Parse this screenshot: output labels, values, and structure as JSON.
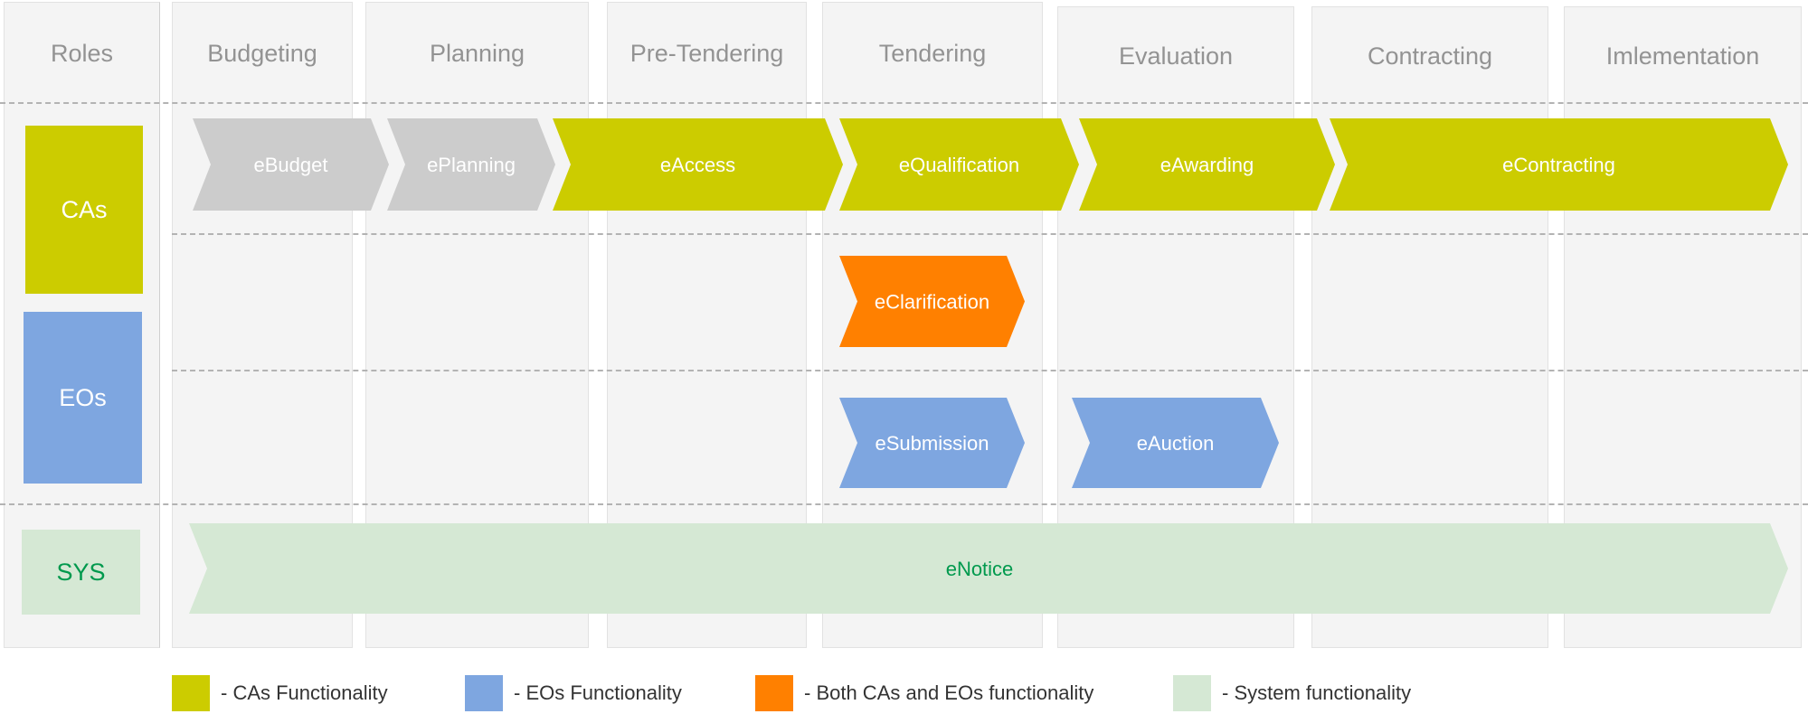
{
  "colors": {
    "ca": "#cccc00",
    "eo": "#7ea6e0",
    "both": "#ff8000",
    "system": "#d5e8d4",
    "system_text": "#00994d",
    "inactive": "#cccccc",
    "text_light": "#ffffff"
  },
  "header": {
    "columns": [
      "Roles",
      "Budgeting",
      "Planning",
      "Pre-Tendering",
      "Tendering",
      "Evaluation",
      "Contracting",
      "Imlementation"
    ]
  },
  "roles": [
    {
      "label": "CAs",
      "color_key": "ca"
    },
    {
      "label": "EOs",
      "color_key": "eo"
    },
    {
      "label": "SYS",
      "color_key": "system"
    }
  ],
  "modules": [
    {
      "label": "eBudget",
      "row": "CAs",
      "status": "inactive"
    },
    {
      "label": "ePlanning",
      "row": "CAs",
      "status": "inactive"
    },
    {
      "label": "eAccess",
      "row": "CAs",
      "status": "ca"
    },
    {
      "label": "eQualification",
      "row": "CAs",
      "status": "ca"
    },
    {
      "label": "eAwarding",
      "row": "CAs",
      "status": "ca"
    },
    {
      "label": "eContracting",
      "row": "CAs",
      "status": "ca"
    },
    {
      "label": "eClarification",
      "row": "Both",
      "status": "both"
    },
    {
      "label": "eSubmission",
      "row": "EOs",
      "status": "eo"
    },
    {
      "label": "eAuction",
      "row": "EOs",
      "status": "eo"
    },
    {
      "label": "eNotice",
      "row": "SYS",
      "status": "system"
    }
  ],
  "legend": [
    {
      "label": "- CAs Functionality",
      "color_key": "ca"
    },
    {
      "label": "- EOs Functionality",
      "color_key": "eo"
    },
    {
      "label": "- Both CAs and EOs functionality",
      "color_key": "both"
    },
    {
      "label": "- System functionality",
      "color_key": "system"
    }
  ]
}
